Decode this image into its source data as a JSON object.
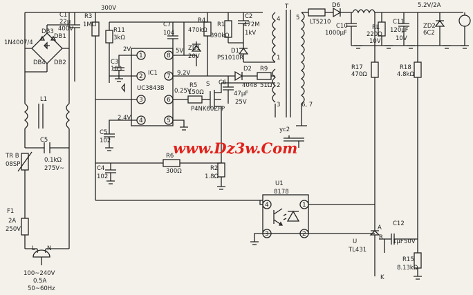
{
  "labels": {
    "c1": "C1",
    "c1_val": "22μ",
    "c1_v": "400V",
    "r3": "R3",
    "r3_val": "1MΩ",
    "v300": "300V",
    "r11": "R11",
    "r11_val": "3kΩ",
    "c7": "C7",
    "c7_val": "104",
    "r4": "R4",
    "r4_val": "470kΩ",
    "r1": "R1",
    "r1_val": "390kΩ",
    "c2": "C2",
    "c2_val": "472M",
    "c2_v": "1kV",
    "d1": "D1",
    "d1_part": "PS1010R",
    "zd1": "ZD1",
    "zd1_val": "20V",
    "d2": "D2",
    "d2_part": "4048",
    "r9": "R9",
    "r9_val": "51Ω",
    "c6": "C6",
    "c6_val": "47μF",
    "c6_v": "25V",
    "r5": "R5",
    "r5_val": "150Ω",
    "q1": "P4NK60ZFP",
    "ic1": "IC1",
    "ic1_part": "UC3843B",
    "c3": "C3",
    "c3_val": "103",
    "c5": "C5",
    "c5_val": "102",
    "c4": "C4",
    "c4_val": "102",
    "r6": "R6",
    "r6_val": "300Ω",
    "r2": "R2",
    "r2_val": "1.8Ω",
    "v2": "2V",
    "v5": "5V",
    "v92": "9.2V",
    "v025": "0.25V",
    "v24": "2.4V",
    "s": "S",
    "db3": "DB3",
    "db1": "DB1",
    "db4": "DB4",
    "db2": "DB2",
    "db_part": "1N4007/4",
    "l1": "L1",
    "c5b": "C5",
    "c5b_val": "0.1kΩ",
    "c5b_v": "275V~",
    "trb": "TR B",
    "trb_val": "08SP",
    "f1": "F1",
    "f1_val": "2A",
    "f1_v": "250V",
    "l": "L",
    "n": "N",
    "ac_in1": "100~240V",
    "ac_in2": "0.5A",
    "ac_in3": "50~60Hz",
    "t": "T",
    "t4": "4",
    "t5": "5",
    "t1": "1",
    "t2": "2",
    "t3": "3",
    "t67": "6, 7",
    "lt": "LT5210",
    "d6": "D6",
    "c10": "C10",
    "c10_val": "1000μF",
    "rl": "RL",
    "rl_val": "220Ω",
    "rl_v": "10V",
    "c11": "C11",
    "c11_val": "120μF",
    "c11_v": "10V",
    "zd2": "ZD2",
    "zd2_val": "6C2",
    "out": "5.2V/2A",
    "r17": "R17",
    "r17_val": "470Ω",
    "r18": "R18",
    "r18_val": "4.8kΩ",
    "yc2": "yc2",
    "u1": "U1",
    "u1_part": "8178",
    "c12": "C12",
    "c12_val": "1μF",
    "c12_v": "50V",
    "u": "U",
    "u_part": "TL431",
    "r15": "R15",
    "r15_val": "8.13kΩ",
    "k": "K",
    "a": "A",
    "r": "R",
    "pin1": "1",
    "pin2": "2",
    "pin3": "3",
    "pin4": "4",
    "ic_p1": "1",
    "ic_p2": "2",
    "ic_p3": "3",
    "ic_p4": "4",
    "ic_p5": "5",
    "ic_p6": "6",
    "ic_p7": "7",
    "ic_p8": "8"
  },
  "watermark": "www.Dz3w.Com"
}
